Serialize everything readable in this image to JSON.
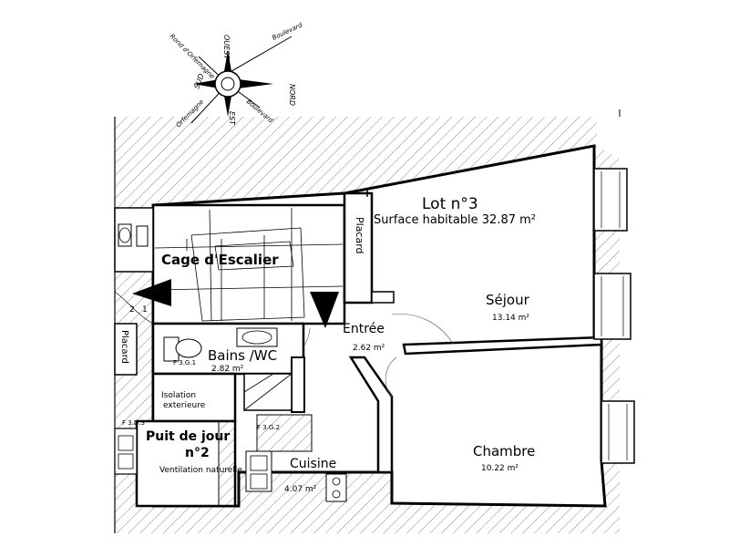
{
  "compass": {
    "north": "NORD",
    "south": "SUD",
    "east": "EST",
    "west": "OUEST",
    "ne": "Boulevard",
    "nw": "Rond d'Orfemagne",
    "sw": "Orfemagne",
    "se": "Boulevard"
  },
  "lot": {
    "title": "Lot n°3",
    "surface": "Surface habitable 32.87 m²"
  },
  "rooms": {
    "sejour": {
      "name": "Séjour",
      "area": "13.14 m²"
    },
    "chambre": {
      "name": "Chambre",
      "area": "10.22 m²"
    },
    "entree": {
      "name": "Entrée",
      "area": "2.62 m²"
    },
    "bains": {
      "name": "Bains /WC",
      "area": "2.82 m²"
    },
    "cuisine": {
      "name": "Cuisine",
      "area": "4.07 m²"
    }
  },
  "escalier": "Cage d'Escalier",
  "placard": "Placard",
  "placard_left": "Placard",
  "puits": {
    "title": "Puit de jour",
    "number": "n°2",
    "ventilation": "Ventilation naturelle"
  },
  "isolation": {
    "line1": "Isolation",
    "line2": "exterieure"
  },
  "ducts": {
    "f3g1": "F 3.G.1",
    "f3g2": "F 3.G.2",
    "f3d3": "F 3.D.3"
  },
  "stairs_marks": {
    "one": "1",
    "two": "2"
  }
}
